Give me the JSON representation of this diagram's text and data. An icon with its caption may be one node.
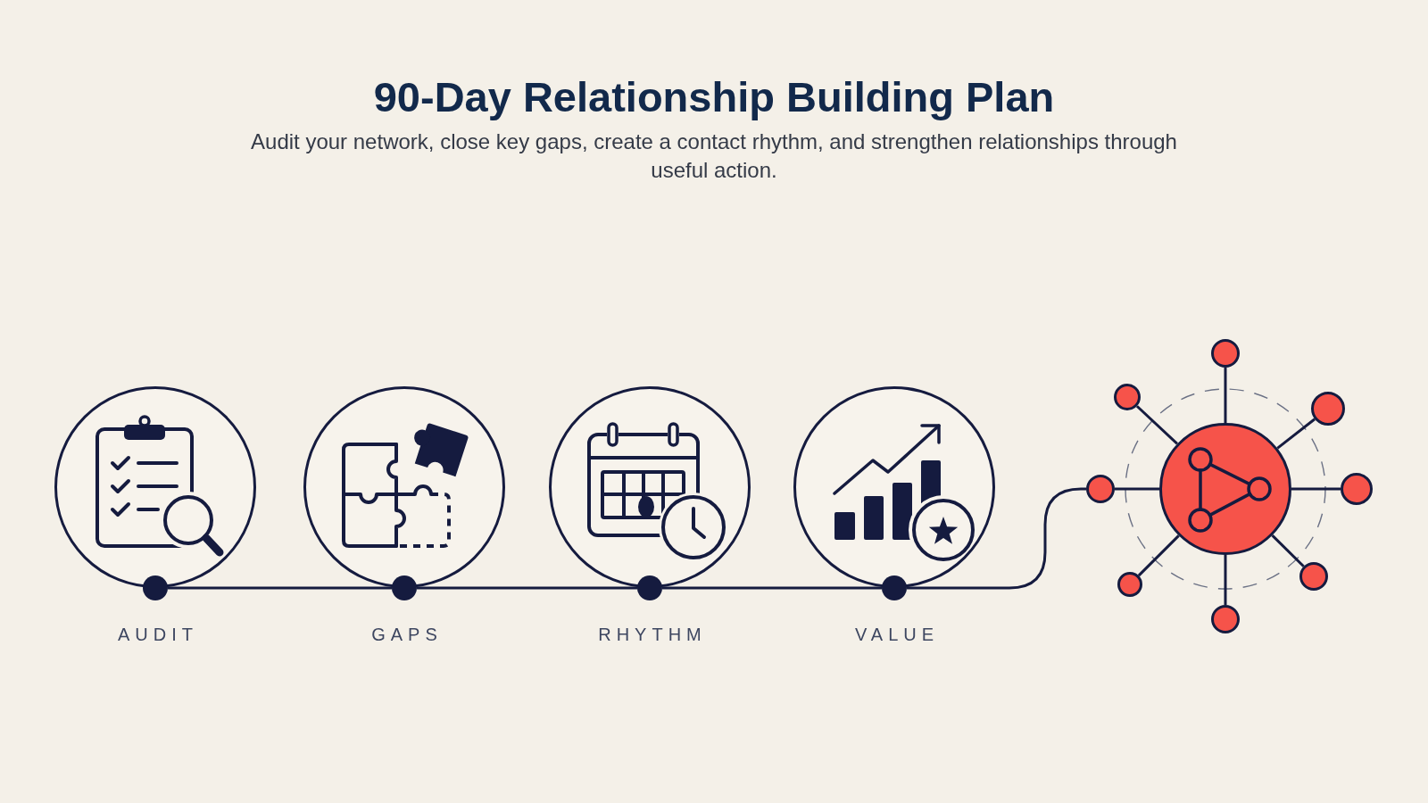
{
  "diagram": {
    "title": "90-Day Relationship Building Plan",
    "nodes": [
      {
        "text": [
          "AUDIT"
        ]
      },
      {
        "text": [
          "GAPS"
        ]
      },
      {
        "text": [
          "RHYTHM"
        ]
      },
      {
        "text": [
          "VALUE"
        ]
      },
      {
        "text": [],
        "shape": "circle"
      },
      {
        "text": [],
        "shape": "circle"
      },
      {
        "text": [],
        "shape": "circle"
      },
      {
        "text": [],
        "shape": "circle"
      },
      {
        "text": [],
        "shape": "circle"
      },
      {
        "text": [],
        "shape": "circle"
      },
      {
        "text": [],
        "shape": "circle"
      },
      {
        "text": [],
        "shape": "circle"
      },
      {
        "text": [],
        "shape": "circle"
      }
    ],
    "edges": [
      {
        "from": 0,
        "to": 1,
        "arrow": "none"
      },
      {
        "from": 1,
        "to": 2,
        "arrow": "none"
      },
      {
        "from": 2,
        "to": 3,
        "arrow": "none"
      },
      {
        "from": 3,
        "to": 8,
        "arrow": "none"
      },
      {
        "from": 4,
        "to": 5,
        "arrow": "none"
      },
      {
        "from": 4,
        "to": 6,
        "arrow": "none"
      },
      {
        "from": 4,
        "to": 7,
        "arrow": "none"
      },
      {
        "from": 4,
        "to": 8,
        "arrow": "none"
      },
      {
        "from": 4,
        "to": 9,
        "arrow": "none"
      },
      {
        "from": 4,
        "to": 10,
        "arrow": "none"
      },
      {
        "from": 4,
        "to": 11,
        "arrow": "none"
      },
      {
        "from": 4,
        "to": 12,
        "arrow": "none"
      }
    ],
    "labels": [
      "Audit your network, close key gaps, create a contact rhythm, and strengthen relationships through useful action."
    ]
  }
}
